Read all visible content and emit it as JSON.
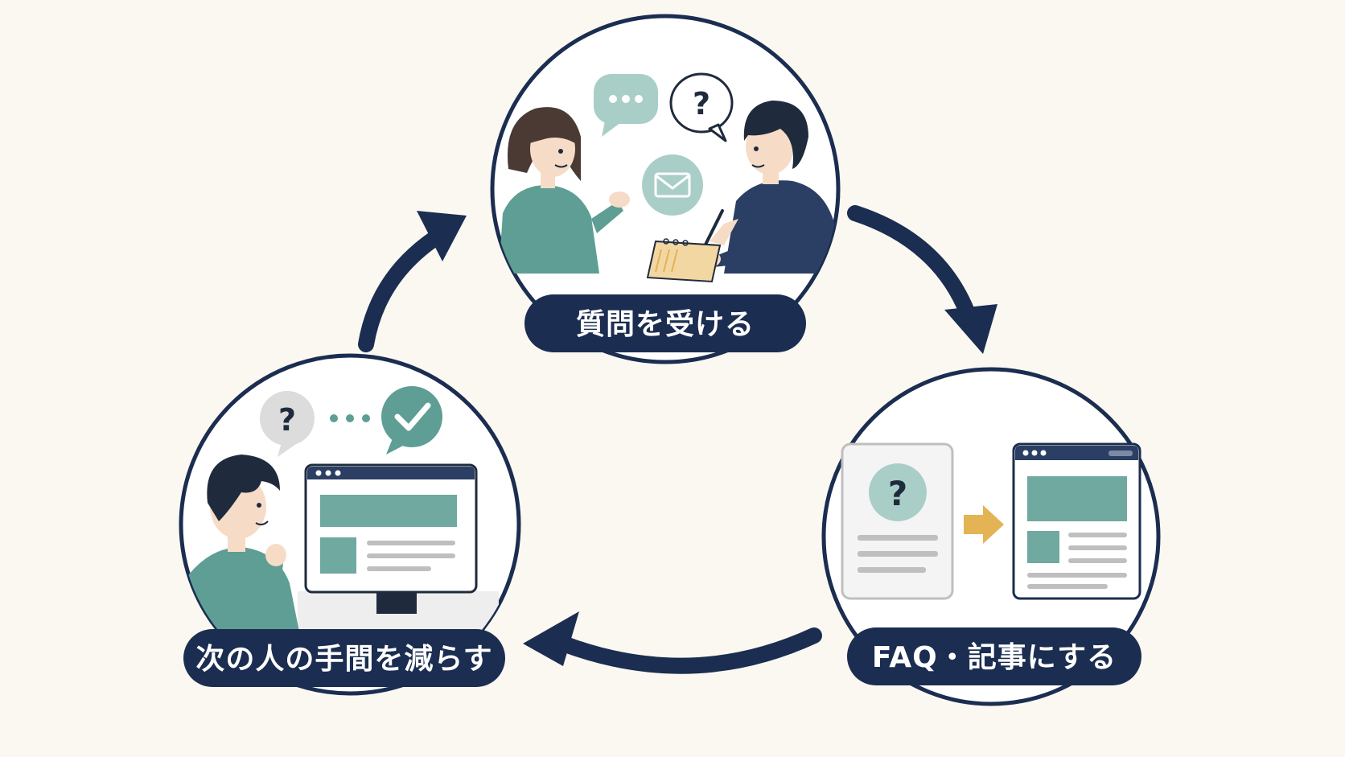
{
  "steps": [
    {
      "label": "質問を受ける"
    },
    {
      "label": "FAQ・記事にする"
    },
    {
      "label": "次の人の手間を減らす"
    }
  ],
  "colors": {
    "background": "#FBF8F2",
    "navy": "#1B2D50",
    "teal": "#5E9E94",
    "teal_light": "#A9CEC7",
    "accent_yellow": "#E3B354",
    "gray_light": "#DCDCDC",
    "skin": "#F6DCC6",
    "hair_dark": "#1F2B3D",
    "hair_brown": "#4A3A33"
  },
  "icons": {
    "chat": "chat-bubble-icon",
    "question": "question-bubble-icon",
    "mail": "mail-icon",
    "notebook": "notebook-icon",
    "document": "question-document-icon",
    "arrow": "right-arrow-icon",
    "webpage": "web-page-icon",
    "check": "check-bubble-icon",
    "monitor": "monitor-icon"
  }
}
